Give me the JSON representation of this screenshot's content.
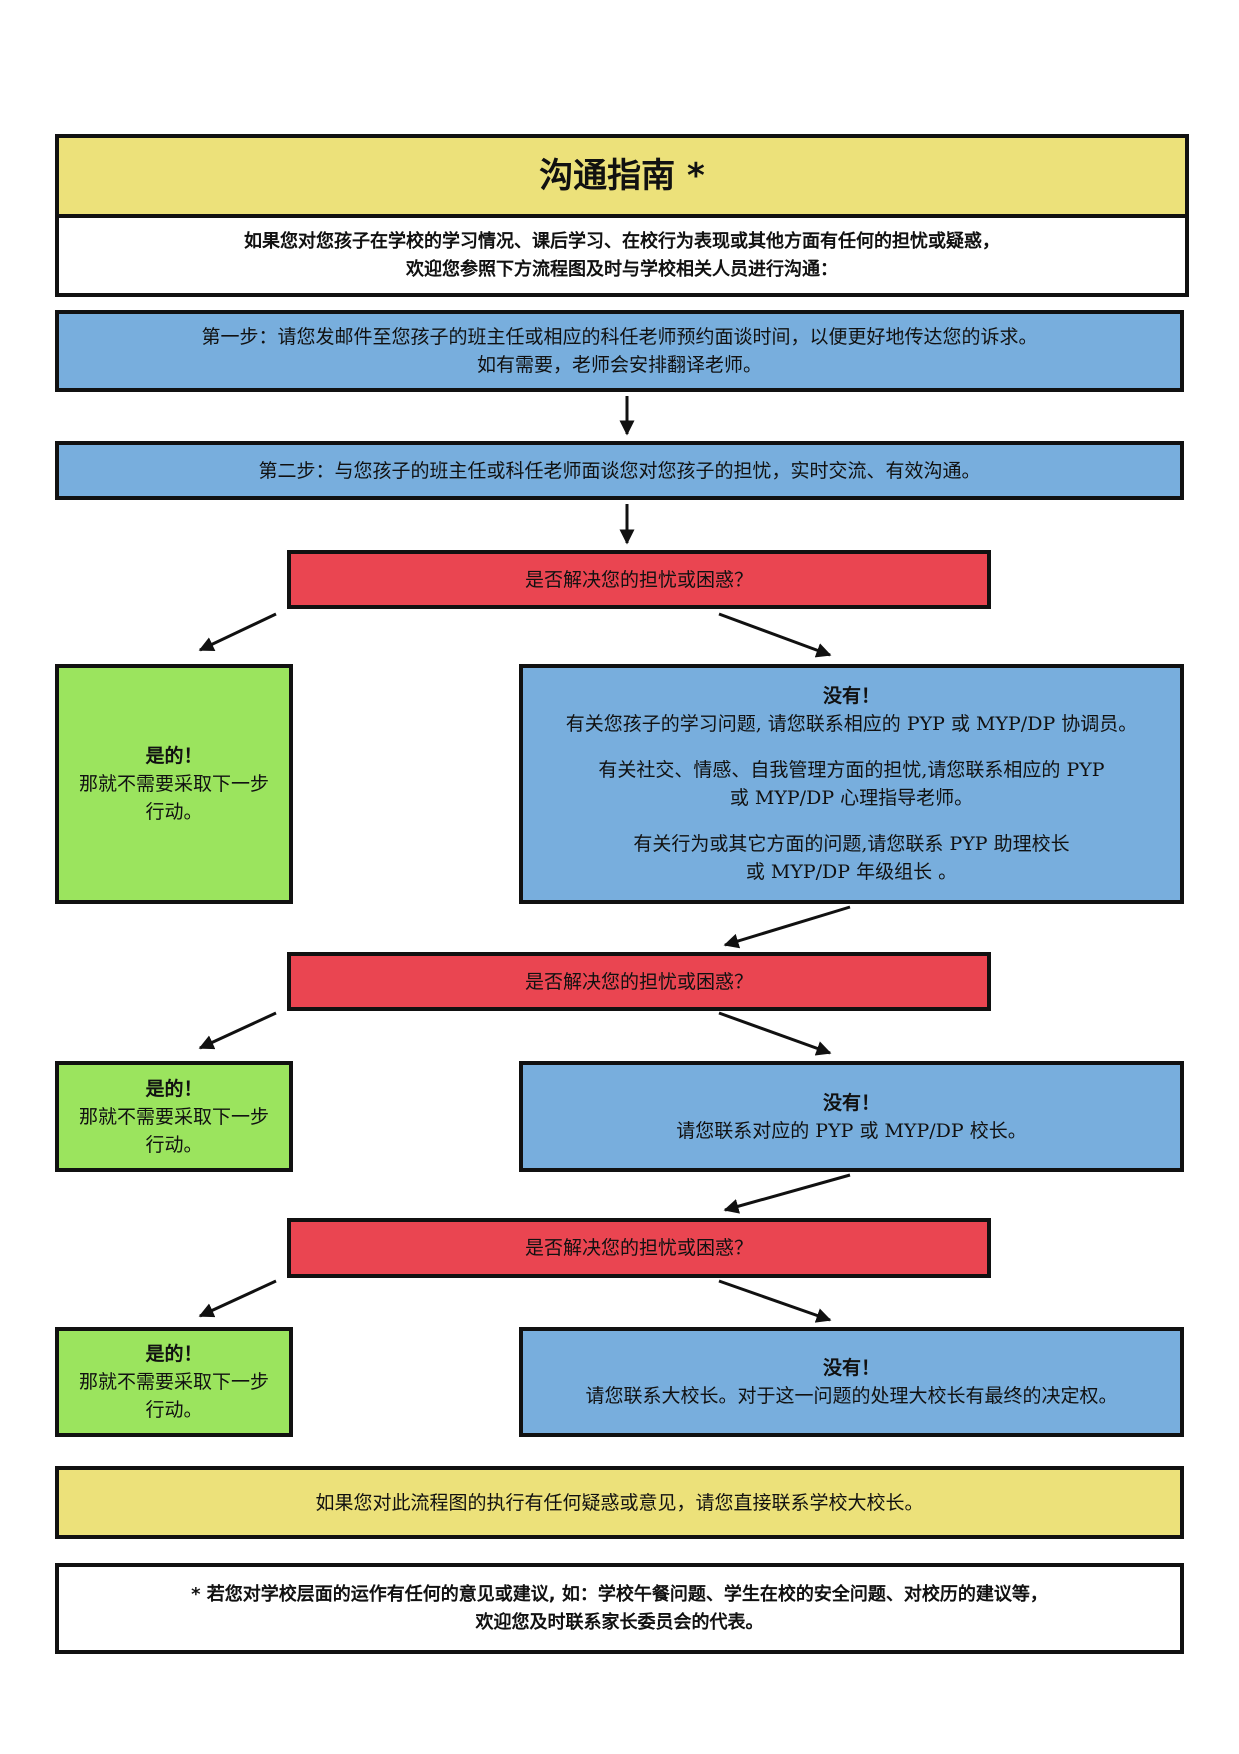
{
  "header": {
    "title": "沟通指南 *",
    "intro_line1": "如果您对您孩子在学校的学习情况、课后学习、在校行为表现或其他方面有任何的担忧或疑惑，",
    "intro_line2": "欢迎您参照下方流程图及时与学校相关人员进行沟通："
  },
  "step1": {
    "line1": "第一步：请您发邮件至您孩子的班主任或相应的科任老师预约面谈时间，以便更好地传达您的诉求。",
    "line2": "如有需要，老师会安排翻译老师。"
  },
  "step2": {
    "line1": "第二步：与您孩子的班主任或科任老师面谈您对您孩子的担忧，实时交流、有效沟通。"
  },
  "decision": {
    "question": "是否解决您的担忧或困惑？"
  },
  "yes_box": {
    "heading": "是的！",
    "line1": "那就不需要采取下一步",
    "line2": "行动。"
  },
  "no1": {
    "heading": "没有！",
    "line1": "有关您孩子的学习问题, 请您联系相应的 PYP 或 MYP/DP 协调员。",
    "line2": "有关社交、情感、自我管理方面的担忧,请您联系相应的 PYP",
    "line3": "或 MYP/DP 心理指导老师。",
    "line4": "有关行为或其它方面的问题,请您联系 PYP 助理校长",
    "line5": "或 MYP/DP 年级组长 。"
  },
  "no2": {
    "heading": "没有！",
    "line1": "请您联系对应的 PYP 或 MYP/DP 校长。"
  },
  "no3": {
    "heading": "没有！",
    "line1": "请您联系大校长。对于这一问题的处理大校长有最终的决定权。"
  },
  "footer_yellow": {
    "line1": "如果您对此流程图的执行有任何疑惑或意见，请您直接联系学校大校长。"
  },
  "footer_note": {
    "line1": "* 若您对学校层面的运作有任何的意见或建议, 如：学校午餐问题、学生在校的安全问题、对校历的建议等，",
    "line2": "欢迎您及时联系家长委员会的代表。"
  },
  "colors": {
    "yellow": "#ece17a",
    "blue": "#78aedd",
    "red": "#ea4551",
    "green": "#9be45e",
    "border": "#111111"
  }
}
